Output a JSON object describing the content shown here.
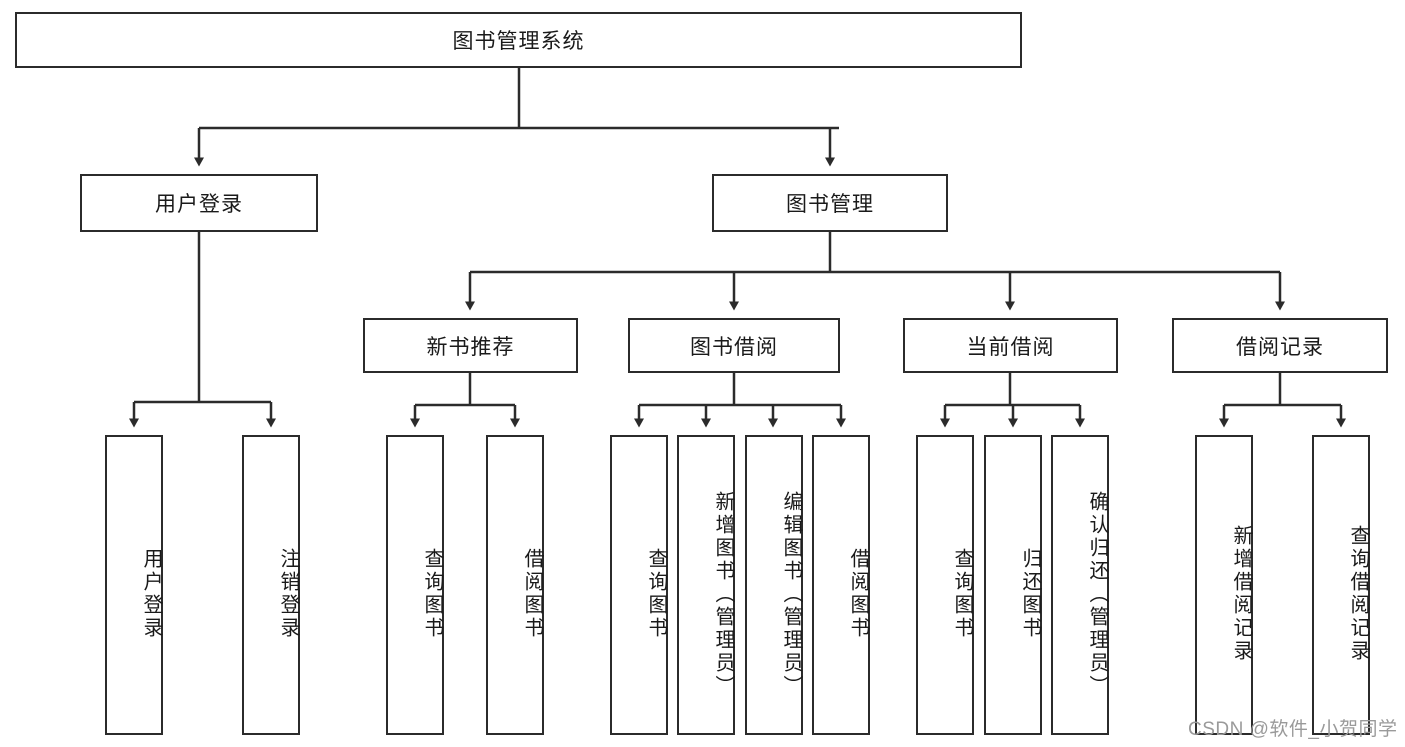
{
  "diagram": {
    "title": "图书管理系统",
    "root": {
      "label": "图书管理系统"
    },
    "level2": [
      {
        "label": "用户登录"
      },
      {
        "label": "图书管理"
      }
    ],
    "level3": [
      {
        "label": "新书推荐"
      },
      {
        "label": "图书借阅"
      },
      {
        "label": "当前借阅"
      },
      {
        "label": "借阅记录"
      }
    ],
    "leaves": [
      {
        "label": "用户登录",
        "parent": "用户登录"
      },
      {
        "label": "注销登录",
        "parent": "用户登录"
      },
      {
        "label": "查询图书",
        "parent": "新书推荐"
      },
      {
        "label": "借阅图书",
        "parent": "新书推荐"
      },
      {
        "label": "查询图书",
        "parent": "图书借阅"
      },
      {
        "label": "新增图书（管理员）",
        "parent": "图书借阅"
      },
      {
        "label": "编辑图书（管理员）",
        "parent": "图书借阅"
      },
      {
        "label": "借阅图书",
        "parent": "图书借阅"
      },
      {
        "label": "查询图书",
        "parent": "当前借阅"
      },
      {
        "label": "归还图书",
        "parent": "当前借阅"
      },
      {
        "label": "确认归还（管理员）",
        "parent": "当前借阅"
      },
      {
        "label": "新增借阅记录",
        "parent": "借阅记录"
      },
      {
        "label": "查询借阅记录",
        "parent": "借阅记录"
      }
    ]
  },
  "watermark": {
    "text": "CSDN @软件_小贺同学"
  },
  "colors": {
    "border": "#2b2b2b",
    "text": "#1a1a1a",
    "background": "#ffffff",
    "watermark": "#9a9a9a"
  }
}
